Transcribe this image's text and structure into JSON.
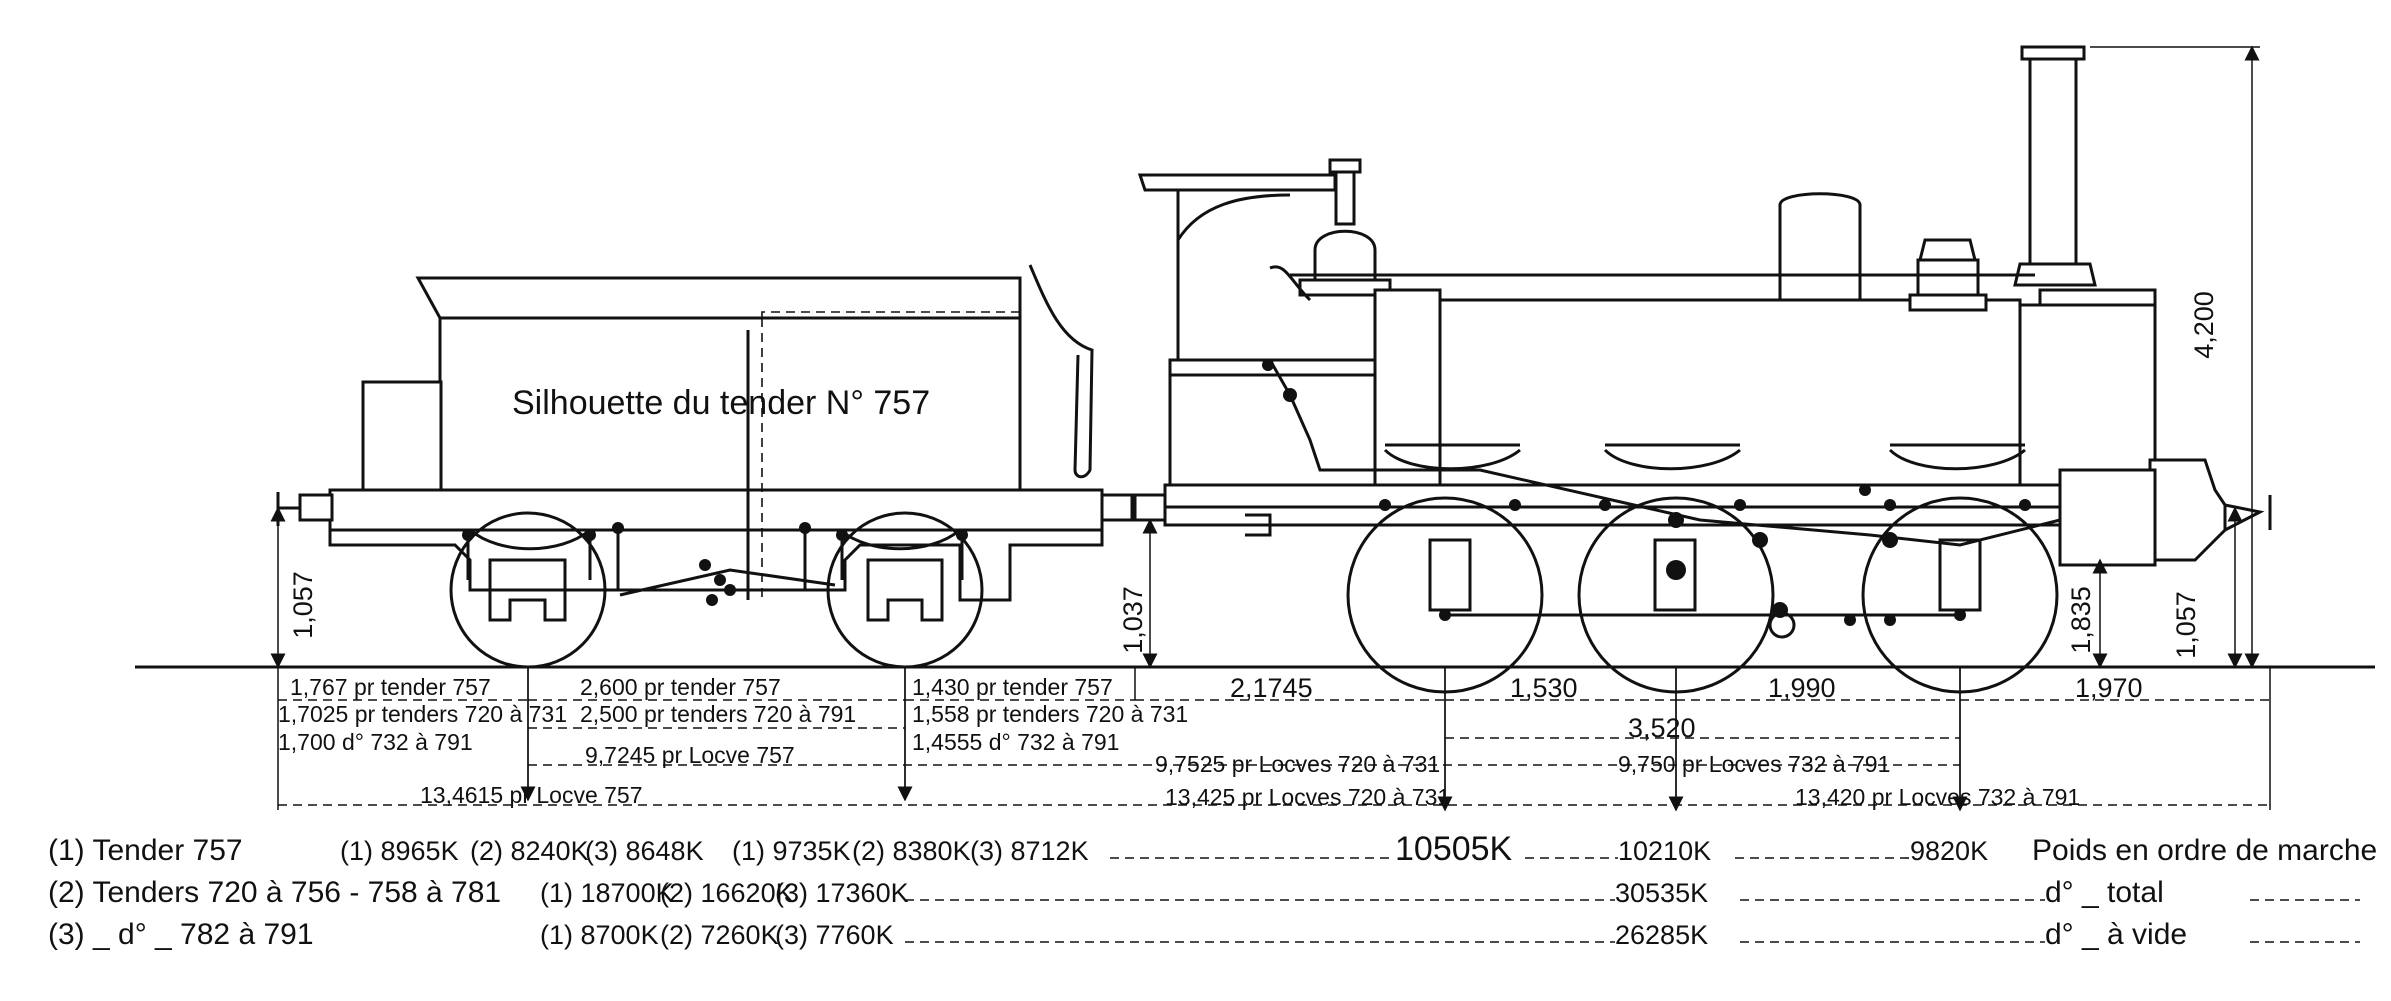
{
  "tender": {
    "label": "Silhouette du tender N° 757"
  },
  "heights": {
    "total": "4,200",
    "axle_height_1835": "1,835",
    "buffer_front": "1,057",
    "buffer_rear_tender": "1,057",
    "coupling_height": "1,037"
  },
  "tender_dimensions": {
    "seg1": [
      "1,767 pr tender 757",
      "1,7025 pr tenders 720 à 731",
      "1,700 d° 732 à 791"
    ],
    "seg2": [
      "2,600 pr tender 757",
      "2,500 pr tenders 720 à 791"
    ],
    "seg3": [
      "1,430 pr tender 757",
      "1,558 pr tenders 720 à 731",
      "1,4555 d° 732 à 791"
    ],
    "wheelbase": "9,7245 pr Locve 757",
    "overall": "13,4615 pr Locve 757"
  },
  "loco_dimensions": {
    "front_overhang": "2,1745",
    "wheelbase_1": "1,530",
    "wheelbase_2": "1,990",
    "rear_overhang": "1,970",
    "total_wheelbase": "3,520",
    "wb_720_731": "9,7525 pr Locves 720 à 731",
    "wb_732_791": "9,750 pr Locves 732 à 791",
    "ov_720_731": "13,425 pr Locves 720 à 731",
    "ov_732_791": "13,420 pr Locves 732 à 791"
  },
  "legend": {
    "row1": "(1) Tender 757",
    "row2": "(2) Tenders 720 à 756 - 758 à 781",
    "row3": "(3) _ d° _ 782 à 791"
  },
  "weights": {
    "running_order": {
      "tender_axle1": [
        "(1) 8965K",
        "(2) 8240K",
        "(3) 8648K"
      ],
      "tender_axle2": [
        "(1) 9735K",
        "(2) 8380K",
        "(3) 8712K"
      ],
      "loco_axle1": "10505K",
      "loco_axle2": "10210K",
      "loco_axle3": "9820K",
      "label": "Poids en ordre de marche"
    },
    "total": {
      "tender": [
        "(1) 18700K",
        "(2) 16620K",
        "(3) 17360K"
      ],
      "loco": "30535K",
      "label": "d° _ total"
    },
    "empty": {
      "tender": [
        "(1) 8700K",
        "(2) 7260K",
        "(3) 7760K"
      ],
      "loco": "26285K",
      "label": "d° _ à vide"
    }
  }
}
